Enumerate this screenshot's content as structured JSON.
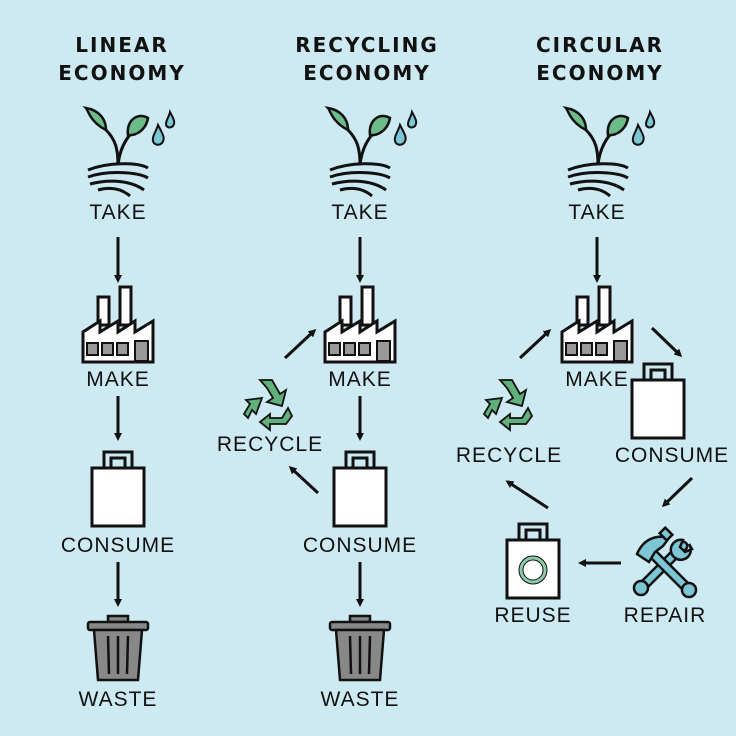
{
  "columns": [
    {
      "title_line1": "LINEAR",
      "title_line2": "ECONOMY",
      "steps": [
        "TAKE",
        "MAKE",
        "CONSUME",
        "WASTE"
      ]
    },
    {
      "title_line1": "RECYCLING",
      "title_line2": "ECONOMY",
      "steps": [
        "TAKE",
        "MAKE",
        "CONSUME",
        "WASTE",
        "RECYCLE"
      ]
    },
    {
      "title_line1": "CIRCULAR",
      "title_line2": "ECONOMY",
      "steps": [
        "TAKE",
        "MAKE",
        "CONSUME",
        "REPAIR",
        "REUSE",
        "RECYCLE"
      ]
    }
  ],
  "colors": {
    "background": "#cde9f2",
    "leaf": "#6dbb8a",
    "water": "#7cc6d6",
    "recycle": "#5fb07a",
    "tool": "#7cc6d6",
    "bin": "#8a8a8a"
  },
  "icons": [
    "plant-icon",
    "factory-icon",
    "shopping-bag-icon",
    "trash-bin-icon",
    "recycle-icon",
    "repair-tools-icon",
    "reuse-bag-icon"
  ]
}
